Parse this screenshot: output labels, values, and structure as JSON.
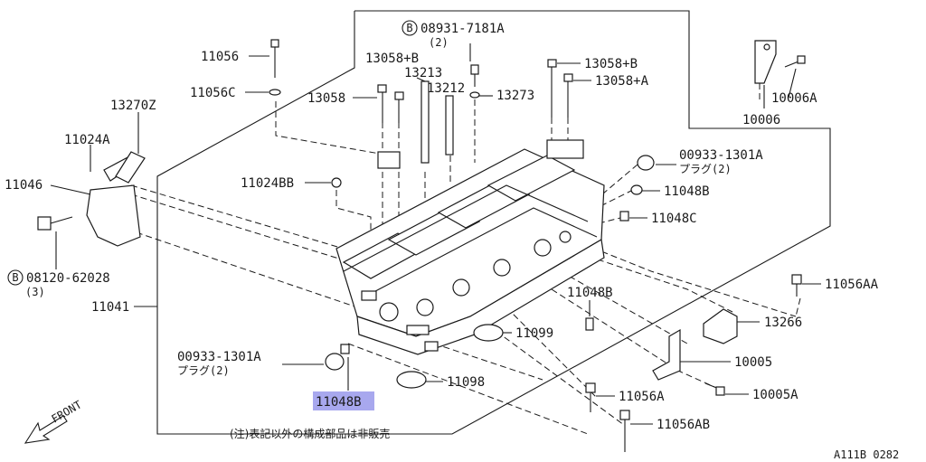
{
  "parts": {
    "p11056": "11056",
    "p11056c": "11056C",
    "p13270z": "13270Z",
    "p11024a": "11024A",
    "p11046": "11046",
    "p08120_code": "08120-62028",
    "p08120_qty": "(3)",
    "p11041": "11041",
    "p00933a_code": "00933-1301A",
    "p00933a_note": "プラグ(2)",
    "p11048b_hl": "11048B",
    "p08931_code": "08931-7181A",
    "p08931_qty": "(2)",
    "p13058b_left": "13058+B",
    "p13213": "13213",
    "p13058": "13058",
    "p13212": "13212",
    "p13273": "13273",
    "p13058b_right": "13058+B",
    "p13058a": "13058+A",
    "p10006": "10006",
    "p10006a": "10006A",
    "p00933b_code": "00933-1301A",
    "p00933b_note": "プラグ(2)",
    "p11024bb": "11024BB",
    "p11048b_right": "11048B",
    "p11048c": "11048C",
    "p11048b_mid": "11048B",
    "p11056aa": "11056AA",
    "p13266": "13266",
    "p11099": "11099",
    "p10005": "10005",
    "p11098": "11098",
    "p11056a": "11056A",
    "p10005a": "10005A",
    "p11056ab": "11056AB"
  },
  "bolt_prefix": "B",
  "note": "(注)表記以外の構成部品は非販売",
  "front_label": "FRONT",
  "ref_code": "A111B 0282",
  "colors": {
    "highlight": "#a8a8ee",
    "ink": "#1a1a1a"
  }
}
